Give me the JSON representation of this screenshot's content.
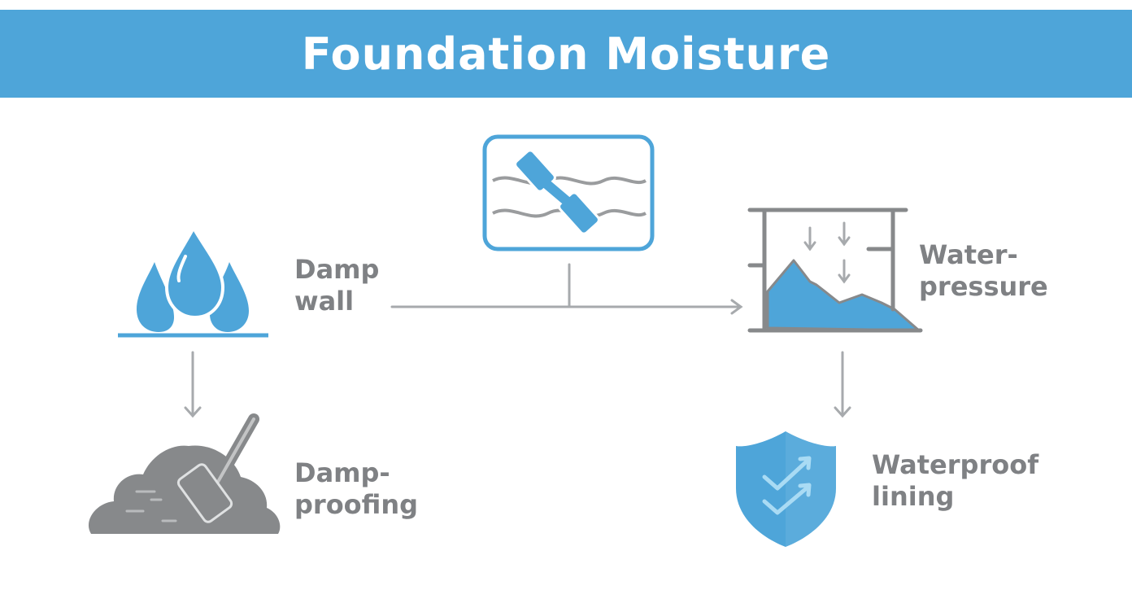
{
  "title": "Foundation Moisture",
  "nodes": {
    "damp_wall": {
      "line1": "Damp",
      "line2": "wall",
      "icon": "water-drops-icon"
    },
    "damp_proofing": {
      "line1": "Damp-",
      "line2": "proofing",
      "icon": "trowel-mound-icon"
    },
    "water_pressure": {
      "line1": "Water-",
      "line2": "pressure",
      "icon": "water-pressure-tank-icon"
    },
    "waterproof_lining": {
      "line1": "Waterproof",
      "line2": "lining",
      "icon": "shield-check-icon"
    },
    "membrane": {
      "icon": "membrane-panel-icon"
    }
  },
  "colors": {
    "accent": "#4ea5d9",
    "title_text": "#ffffff",
    "label_text": "#7f8184",
    "connector": "#a7aaad",
    "icon_gray": "#87898b"
  }
}
